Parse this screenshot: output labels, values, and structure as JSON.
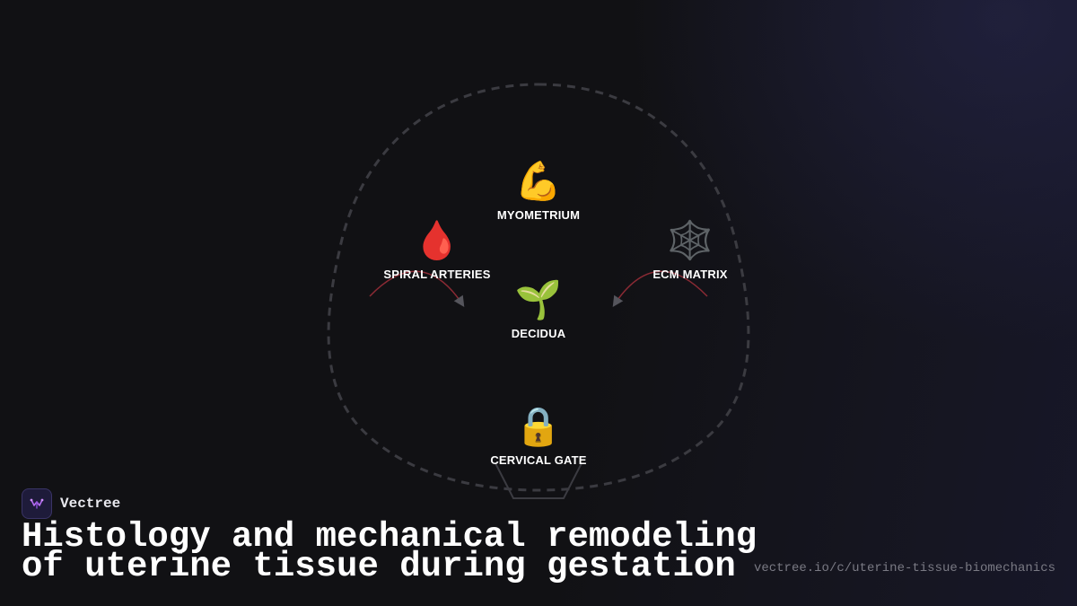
{
  "diagram": {
    "nodes": [
      {
        "id": "myometrium",
        "emoji": "💪",
        "label": "MYOMETRIUM"
      },
      {
        "id": "spiral",
        "emoji": "🩸",
        "label": "SPIRAL ARTERIES"
      },
      {
        "id": "ecm",
        "emoji": "🕸️",
        "label": "ECM MATRIX"
      },
      {
        "id": "decidua",
        "emoji": "🌱",
        "label": "DECIDUA"
      },
      {
        "id": "cervical",
        "emoji": "🔒",
        "label": "CERVICAL GATE"
      }
    ],
    "edges": [
      {
        "from": "spiral",
        "to": "decidua"
      },
      {
        "from": "ecm",
        "to": "decidua"
      }
    ],
    "colors": {
      "arrow": "#8a2a34",
      "outline": "#3a3a40"
    }
  },
  "brand": {
    "name": "Vectree"
  },
  "title": {
    "line1": "Histology and mechanical remodeling",
    "line2": "of uterine tissue during gestation"
  },
  "url": "vectree.io/c/uterine-tissue-biomechanics"
}
